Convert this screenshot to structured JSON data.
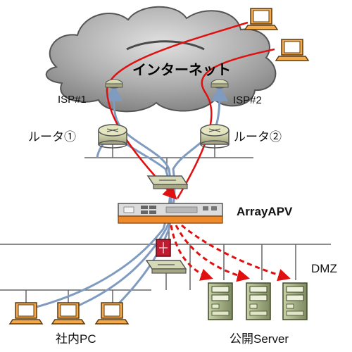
{
  "labels": {
    "internet": "インターネット",
    "isp1": "ISP#1",
    "isp2": "ISP#2",
    "router1": "ルータ①",
    "router2": "ルータ②",
    "appliance": "ArrayAPV",
    "dmz": "DMZ",
    "office_pc": "社内PC",
    "public_server": "公開Server"
  },
  "colors": {
    "traffic_internet": "#e01010",
    "traffic_internal": "#7f9bc0",
    "cloud": "#9a9a9a",
    "appliance": "#ee8a2a"
  }
}
